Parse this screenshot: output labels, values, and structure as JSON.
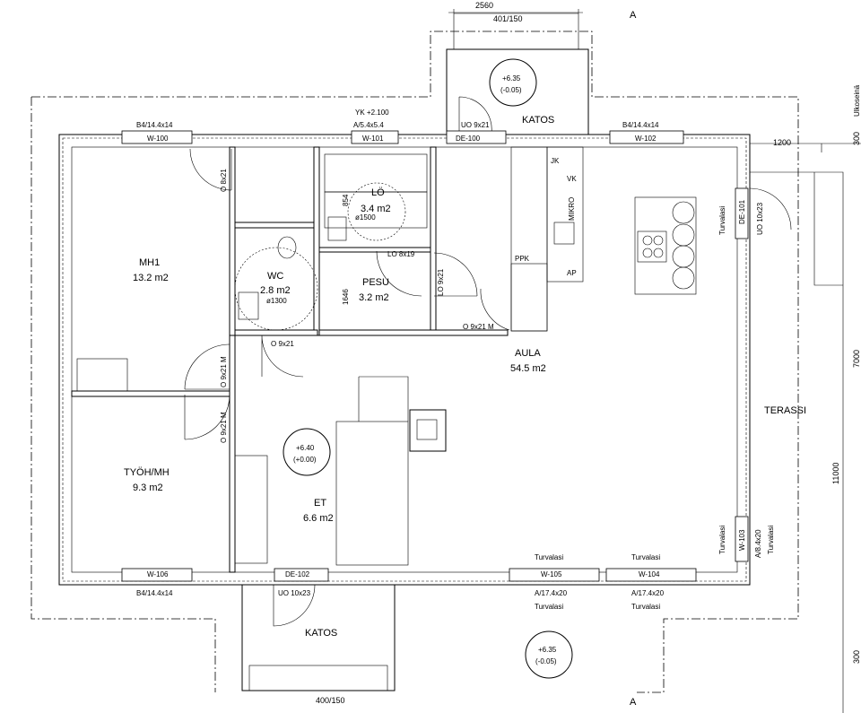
{
  "dimensions": {
    "top_width": "2560",
    "top_porch": "401/150",
    "bottom_porch": "400/150",
    "right_offset": "1200",
    "total_depth": "11000",
    "right_upper": "7000",
    "right_tag_top": "300",
    "right_tag_bottom": "300",
    "right_edge_text": "Ulkoseinä"
  },
  "section_marker": "A",
  "rooms": [
    {
      "id": "mh1",
      "name": "MH1",
      "area": "13.2 m2"
    },
    {
      "id": "wc",
      "name": "WC",
      "area": "2.8 m2",
      "note": "ø1300"
    },
    {
      "id": "lo",
      "name": "LÖ",
      "area": "3.4 m2",
      "note": "ø1500"
    },
    {
      "id": "pesu",
      "name": "PESU",
      "area": "3.2 m2"
    },
    {
      "id": "aula",
      "name": "AULA",
      "area": "54.5 m2"
    },
    {
      "id": "tyoh",
      "name": "TYÖH/MH",
      "area": "9.3 m2"
    },
    {
      "id": "et",
      "name": "ET",
      "area": "6.6 m2"
    }
  ],
  "outdoor": {
    "katos_top": "KATOS",
    "katos_bottom": "KATOS",
    "terassi": "TERASSI"
  },
  "levels": {
    "top": [
      "+6.35",
      "(-0.05)"
    ],
    "center": [
      "+6.40",
      "(+0.00)"
    ],
    "bottom": [
      "+6.35",
      "(-0.05)"
    ],
    "yk": "YK +2.100"
  },
  "windows": {
    "w100": "W-100",
    "w101": "W-101",
    "w102": "W-102",
    "w103": "W-103",
    "w104": "W-104",
    "w105": "W-105",
    "w106": "W-106",
    "de100": "DE-100",
    "de101": "DE-101",
    "de102": "DE-102",
    "b4_a": "B4/14.4x14",
    "b4_b": "B4/14.4x14",
    "b4_c": "B4/14.4x14",
    "a5": "A/5.4x5.4",
    "a17_a": "A/17.4x20",
    "a17_b": "A/17.4x20",
    "a8": "A/8.4x20",
    "turvalasi": "Turvalasi"
  },
  "doors": {
    "uo_top": "UO 9x21",
    "uo_right": "UO 10x23",
    "uo_bottom": "UO 10x23",
    "o8": "O 8x21",
    "o9_wc": "O 9x21",
    "o9m_a": "O 9x21 M",
    "o9m_b": "O 9x21 M",
    "o9m_c": "O 9x21 M",
    "lo8": "LO 8x19",
    "lo9": "LO 9x21"
  },
  "fixtures": {
    "jk": "JK",
    "vk": "VK",
    "mikro": "MIKRO",
    "ppk": "PPK",
    "ap": "AP",
    "n854": "854",
    "n1646": "1646"
  }
}
